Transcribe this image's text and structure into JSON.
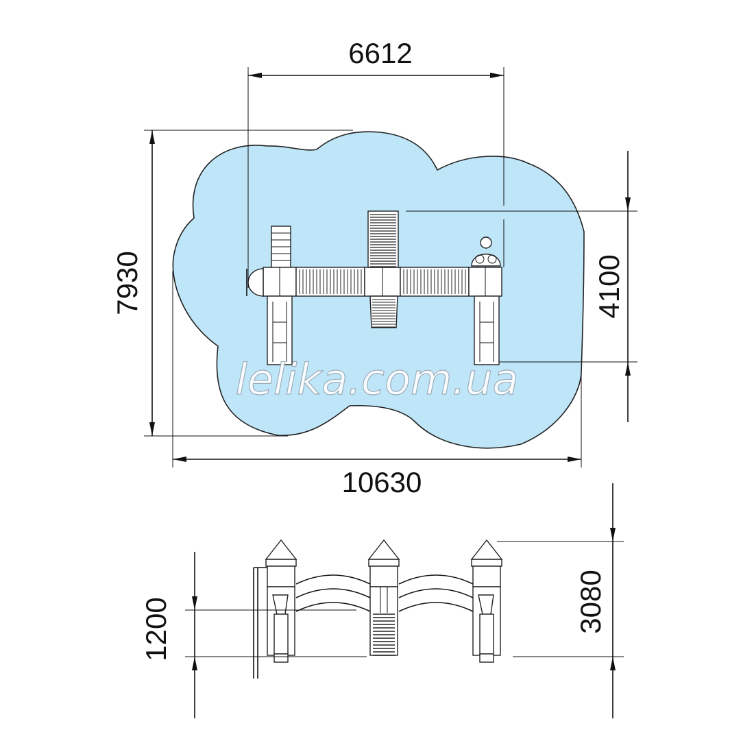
{
  "dimensions": {
    "top_width": "6612",
    "overall_height": "7930",
    "side_span": "4100",
    "overall_width": "10630",
    "platform_height": "1200",
    "total_height": "3080"
  },
  "watermark": "lelika.com.ua",
  "colors": {
    "zone_fill": "#bfe6f8",
    "zone_stroke": "#222222",
    "line": "#111111"
  }
}
